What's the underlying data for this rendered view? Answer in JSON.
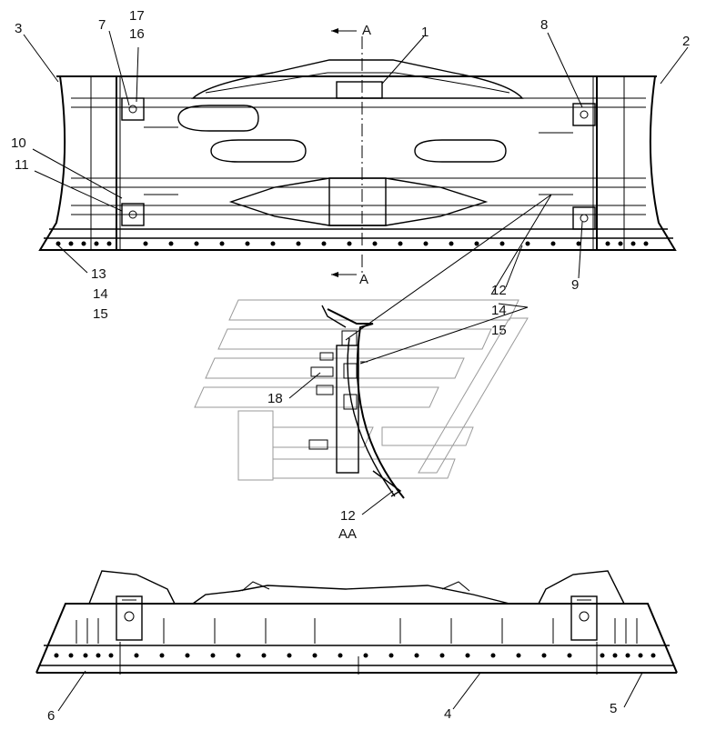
{
  "section": {
    "letter_top": "A",
    "letter_bottom": "A",
    "view_title": "AA"
  },
  "callouts": {
    "c1": "1",
    "c2": "2",
    "c3": "3",
    "c7": "7",
    "c17": "17",
    "c16": "16",
    "c8": "8",
    "c10": "10",
    "c11": "11",
    "c13": "13",
    "c14": "14",
    "c15": "15",
    "c9": "9",
    "c12a": "12",
    "c14b": "14",
    "c15b": "15",
    "c18": "18",
    "c12b": "12",
    "c6": "6",
    "c4": "4",
    "c5": "5"
  }
}
